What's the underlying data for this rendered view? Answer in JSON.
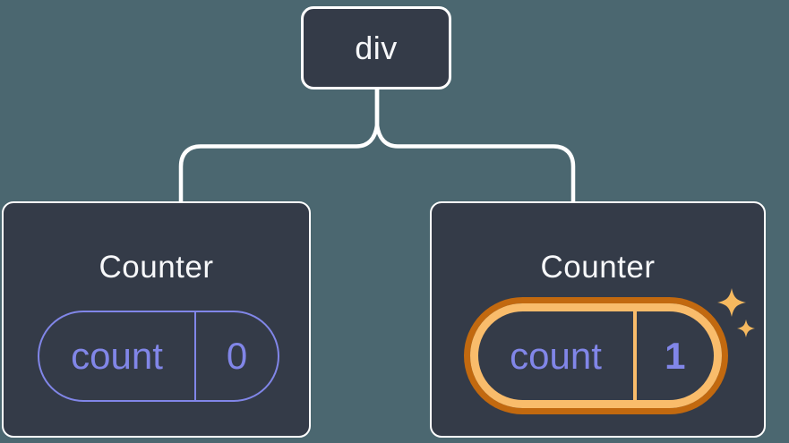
{
  "diagram": {
    "description": "React component tree showing state preserved per position",
    "background_color": "#4B6770",
    "node_fill_color": "#343B48",
    "connector_color": "#FFFFFF",
    "accent_purple": "#8186E8",
    "highlight_ring_outer_color": "#C2690F",
    "highlight_ring_inner_color": "#F9BC6B",
    "sparkle_color": "#F6B95F",
    "root": {
      "label": "div"
    },
    "children": [
      {
        "title": "Counter",
        "state_key": "count",
        "state_value": "0",
        "highlighted": false
      },
      {
        "title": "Counter",
        "state_key": "count",
        "state_value": "1",
        "highlighted": true,
        "icon": "sparkles-icon"
      }
    ]
  }
}
